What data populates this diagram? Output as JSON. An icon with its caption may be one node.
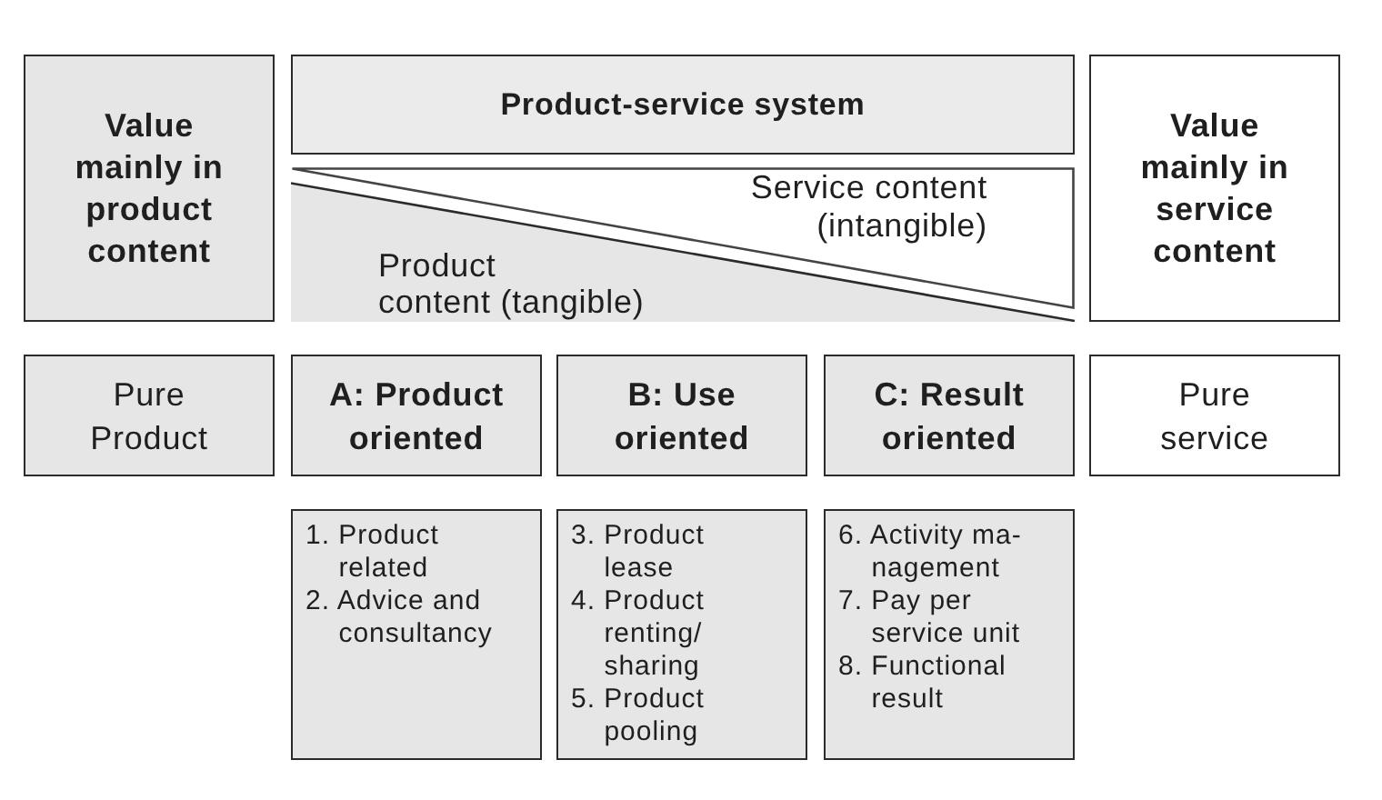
{
  "diagram": {
    "nodes": [
      {
        "text": [
          "Value mainly in product content"
        ]
      },
      {
        "text": [
          "Product-service system"
        ]
      },
      {
        "text": [
          "Service content (intangible)"
        ]
      },
      {
        "text": [
          "Product content (tangible)"
        ]
      },
      {
        "text": [
          "Value mainly in service content"
        ]
      },
      {
        "text": [
          "Pure Product"
        ]
      },
      {
        "text": [
          "A: Product oriented"
        ]
      },
      {
        "text": [
          "B: Use oriented"
        ]
      },
      {
        "text": [
          "C: Result oriented"
        ]
      },
      {
        "text": [
          "Pure service"
        ]
      },
      {
        "text": [
          "1. Product related",
          "2. Advice and consultancy"
        ]
      },
      {
        "text": [
          "3. Product lease",
          "4. Product renting/ sharing",
          "5. Product pooling"
        ]
      },
      {
        "text": [
          "6. Activity ma- nagement",
          "7. Pay per service unit",
          "8. Functional result"
        ]
      }
    ]
  }
}
